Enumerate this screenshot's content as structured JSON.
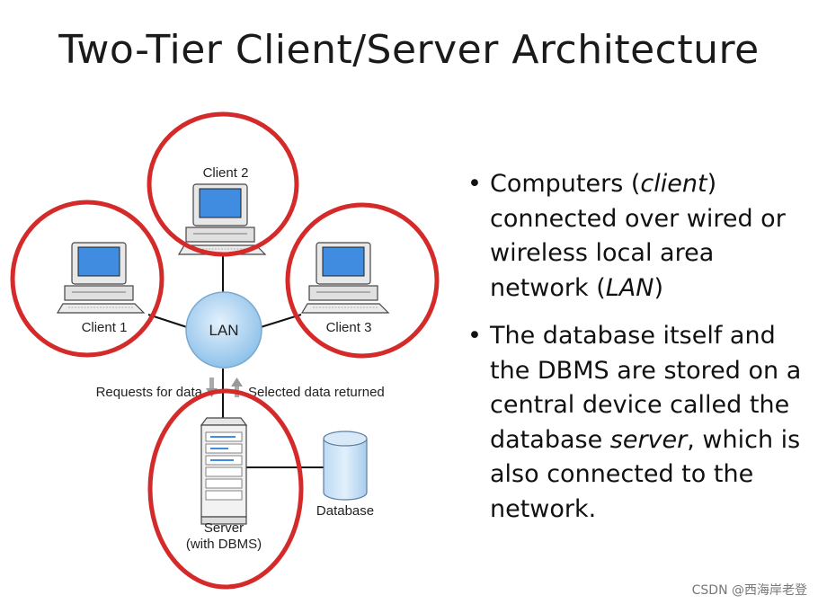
{
  "title": "Two-Tier Client/Server Architecture",
  "diagram": {
    "client1": "Client 1",
    "client2": "Client 2",
    "client3": "Client 3",
    "lan": "LAN",
    "requests": "Requests for data",
    "returned": "Selected data returned",
    "server_line1": "Server",
    "server_line2": "(with DBMS)",
    "database": "Database",
    "highlight_color": "#d42a2a"
  },
  "bullets": [
    {
      "before": "Computers (",
      "em": "client",
      "after": ") connected over wired or wireless local area network (",
      "em2": "LAN",
      "after2": ")"
    },
    {
      "before": "The database itself and the DBMS are stored on a central device called the database ",
      "em": "server",
      "after": ", which is also connected to the network."
    }
  ],
  "watermark": "CSDN @西海岸老登"
}
